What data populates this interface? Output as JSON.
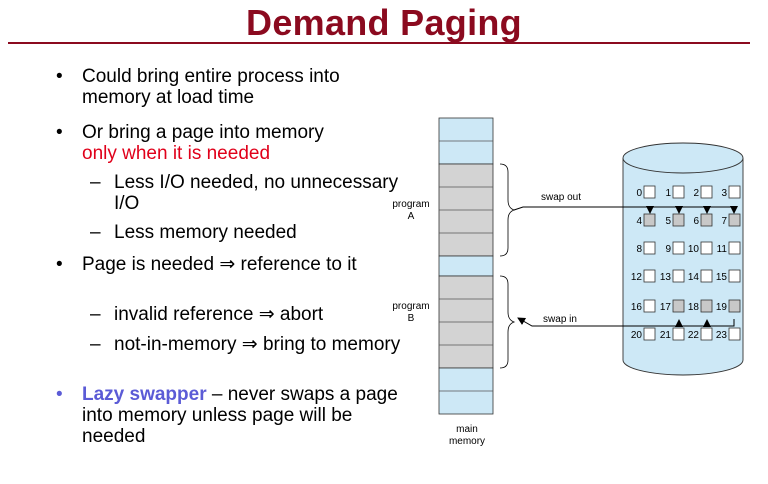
{
  "slide": {
    "title": "Demand Paging",
    "bullets": {
      "b1": "Could bring entire process into memory at load time",
      "b2_prefix": "Or bring a page into memory",
      "b2_emph": "only when it is needed",
      "b2_sub1": "Less I/O needed, no unnecessary I/O",
      "b2_sub2": "Less memory needed",
      "b3": "Page is needed ⇒ reference to it",
      "b3_sub1": "invalid reference ⇒ abort",
      "b3_sub2": "not-in-memory ⇒ bring to memory",
      "b4_term": "Lazy swapper",
      "b4_rest": " – never swaps a page into memory unless page will be needed"
    },
    "bullet_char": "•",
    "dash_char": "–"
  },
  "diagram": {
    "program_a": [
      "program",
      "A"
    ],
    "program_b": [
      "program",
      "B"
    ],
    "main_memory": [
      "main",
      "memory"
    ],
    "swap_out": "swap out",
    "swap_in": "swap in",
    "disk_rows": [
      [
        "0",
        "1",
        "2",
        "3"
      ],
      [
        "4",
        "5",
        "6",
        "7"
      ],
      [
        "8",
        "9",
        "10",
        "11"
      ],
      [
        "12",
        "13",
        "14",
        "15"
      ],
      [
        "16",
        "17",
        "18",
        "19"
      ],
      [
        "20",
        "21",
        "22",
        "23"
      ]
    ]
  },
  "colors": {
    "title": "#8b0a1f",
    "emphasis_red": "#e0001a",
    "emphasis_blue": "#5b5bd6",
    "memory_fill": "#cde8f6",
    "program_fill": "#d3d3d3"
  }
}
